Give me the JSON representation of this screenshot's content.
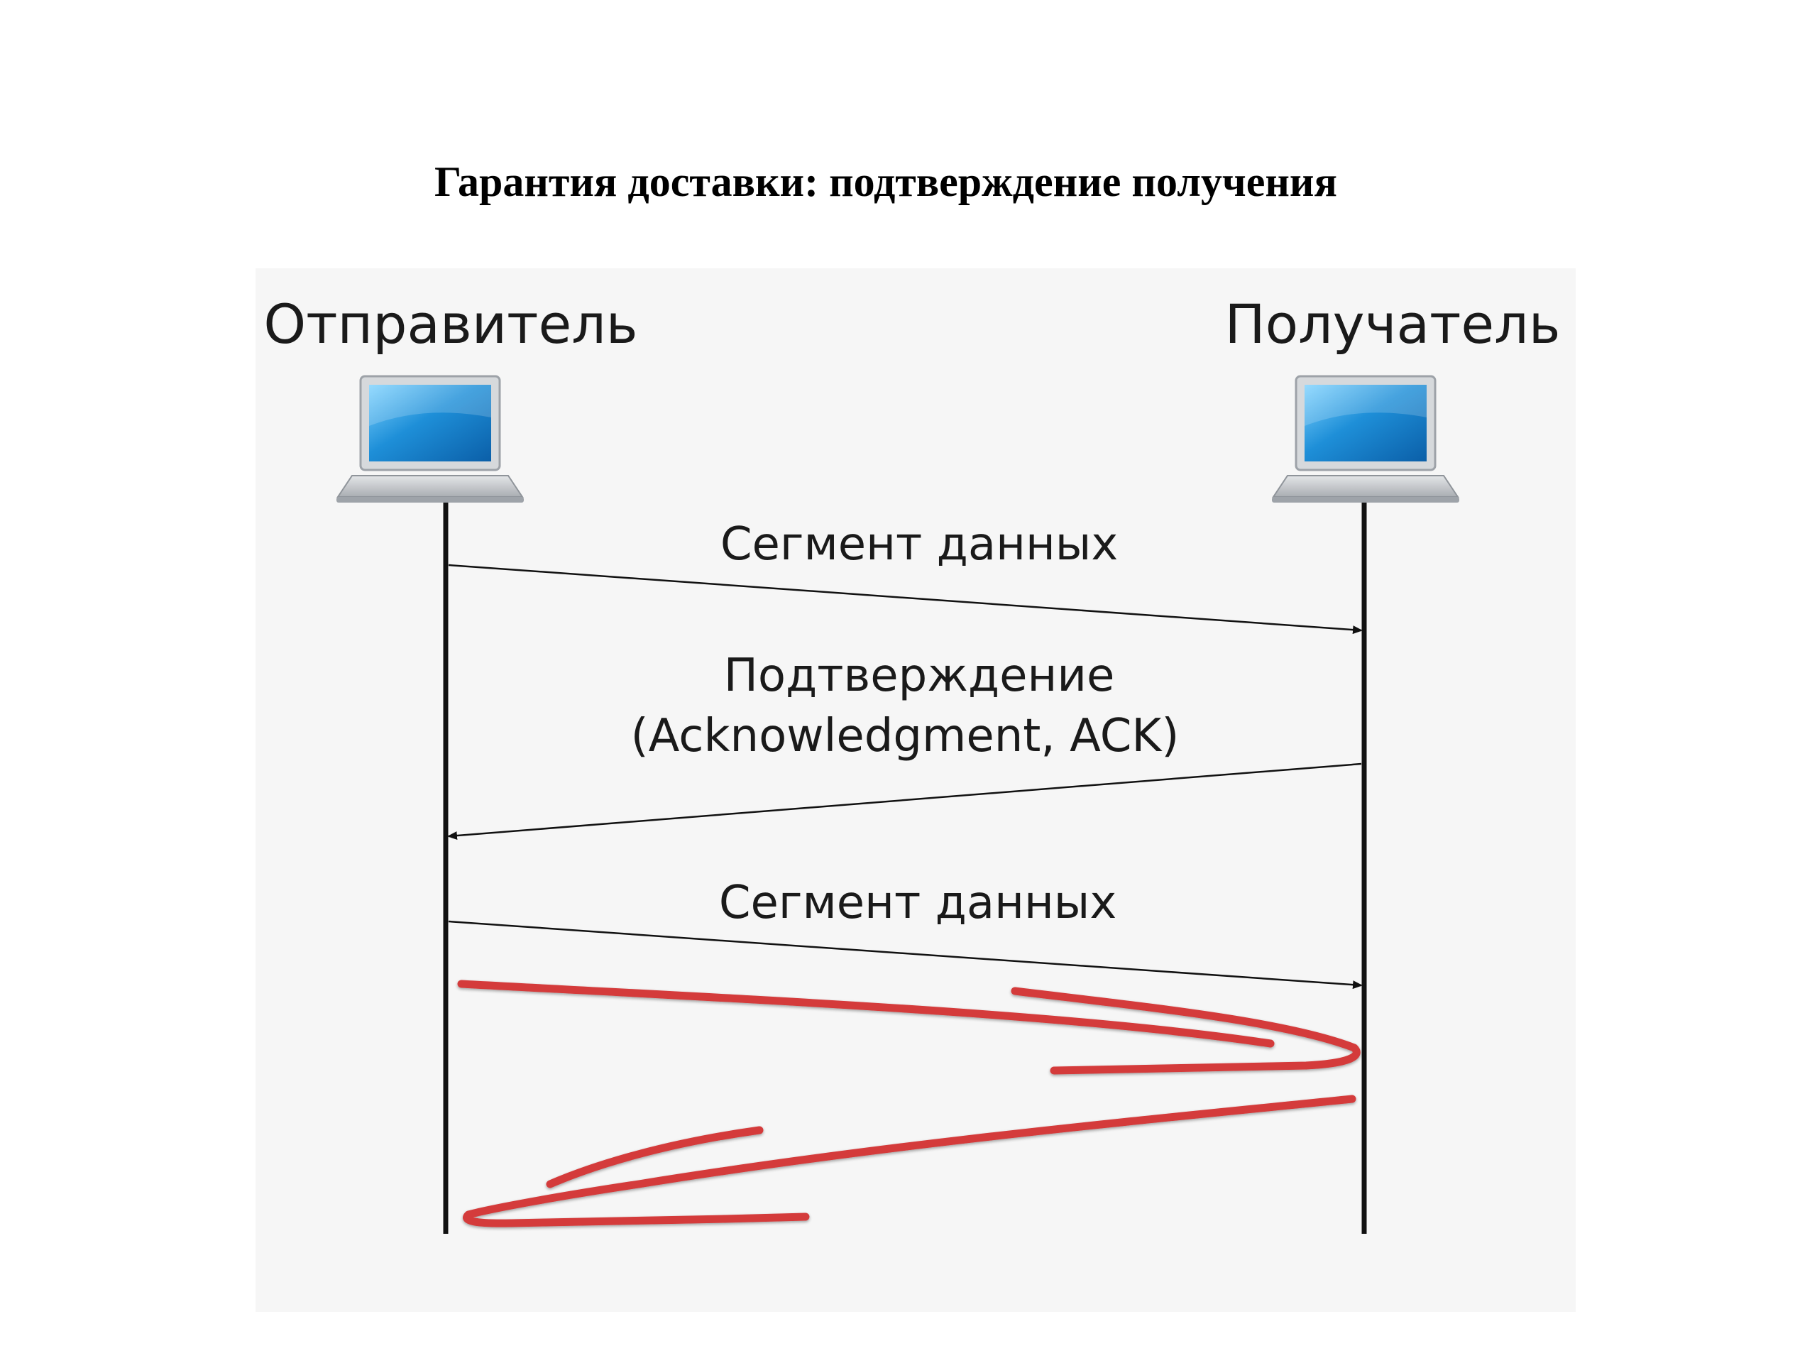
{
  "slide": {
    "title": "Гарантия доставки: подтверждение получения"
  },
  "hosts": {
    "sender": {
      "label": "Отправитель",
      "icon": "laptop-icon"
    },
    "receiver": {
      "label": "Получатель",
      "icon": "laptop-icon"
    }
  },
  "messages": [
    {
      "label": "Сегмент данных",
      "direction": "sender-to-receiver"
    },
    {
      "label_line1": "Подтверждение",
      "label_line2": "(Acknowledgment, ACK)",
      "direction": "receiver-to-sender"
    },
    {
      "label": "Сегмент данных",
      "direction": "sender-to-receiver"
    }
  ],
  "annotation": {
    "description_icon": "red-scribble-arrows-icon",
    "color": "#d43a3a"
  },
  "colors": {
    "lifeline": "#111111",
    "screen": "#1e8fd8",
    "laptop_body": "#c9ccd0",
    "panel": "#f6f6f6"
  }
}
